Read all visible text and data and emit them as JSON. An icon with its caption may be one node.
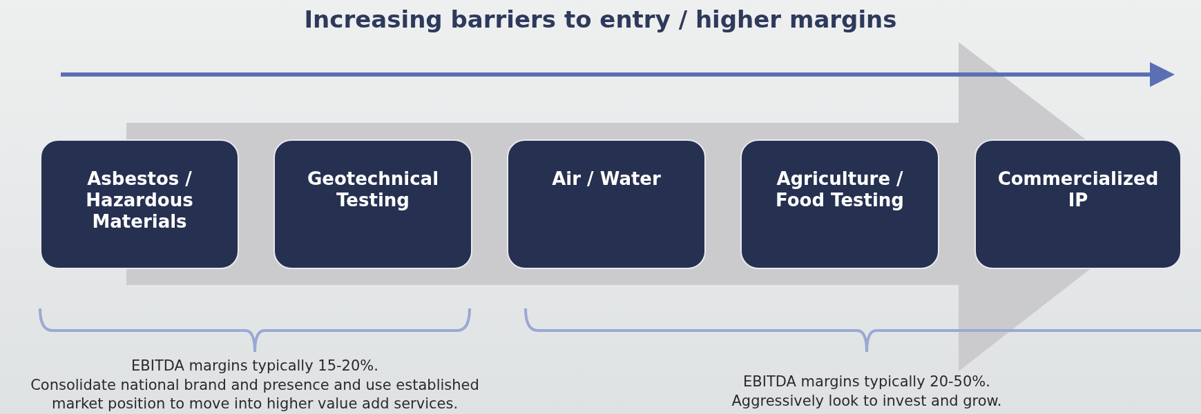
{
  "diagram": {
    "title": "Increasing barriers to entry / higher margins",
    "nodes": [
      {
        "text": [
          "Asbestos / Hazardous Materials"
        ]
      },
      {
        "text": [
          "Geotechnical Testing"
        ]
      },
      {
        "text": [
          "Air / Water"
        ]
      },
      {
        "text": [
          "Agriculture / Food Testing"
        ]
      },
      {
        "text": [
          "Commercialized IP"
        ]
      }
    ],
    "edges": [
      {
        "from": 0,
        "to": 4,
        "arrow": "to"
      }
    ],
    "labels": [
      "EBITDA margins typically 15-20%.",
      "Consolidate national brand and presence and use established market position to move into higher value add services.",
      "EBITDA margins typically 20-50%.",
      "Aggressively look to invest and grow."
    ]
  }
}
